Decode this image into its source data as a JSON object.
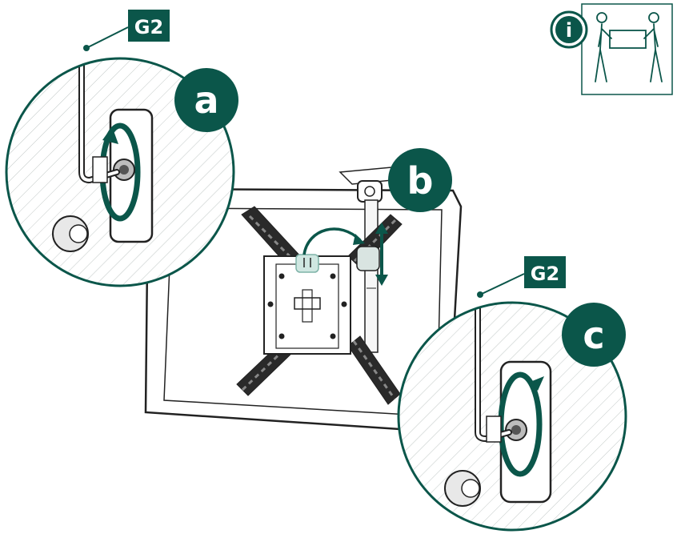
{
  "colors": {
    "accent": "#0b564a",
    "line": "#222222",
    "white": "#ffffff"
  },
  "callouts": {
    "tool_top": "G2",
    "tool_bottom": "G2",
    "step_a": "a",
    "step_b": "b",
    "step_c": "c",
    "info": "i"
  },
  "icons": {
    "info": "info-icon",
    "two_person": "two-person-lift-icon",
    "rotate": "rotate-arrow-icon",
    "adjust": "up-down-arrow-icon"
  }
}
